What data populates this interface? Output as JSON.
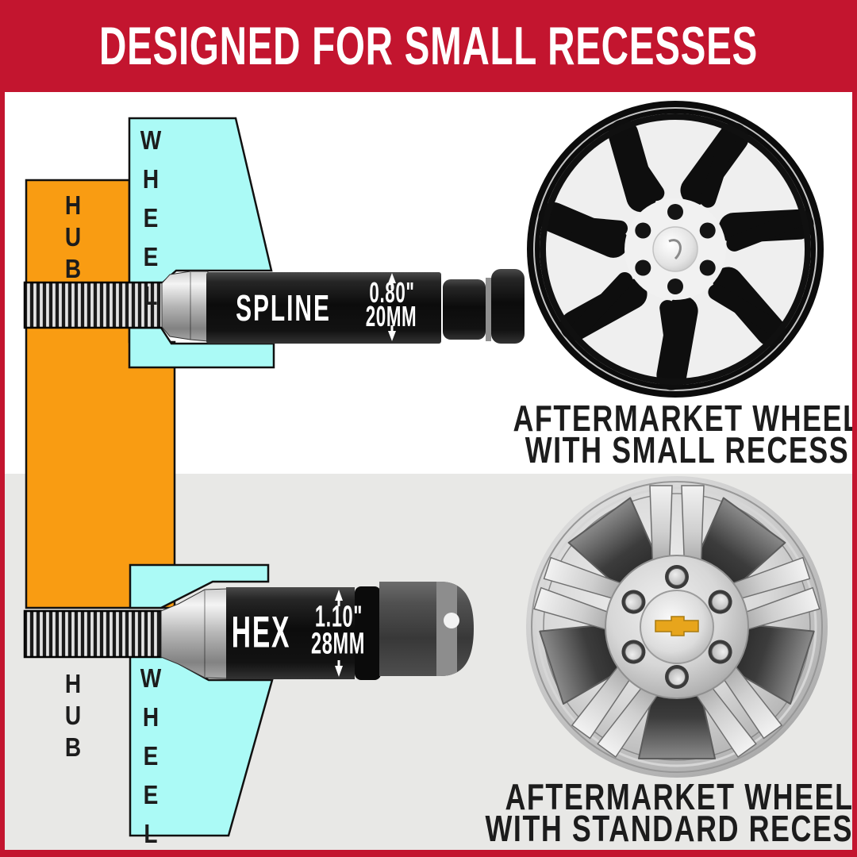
{
  "banner": {
    "title": "DESIGNED FOR SMALL RECESSES"
  },
  "colors": {
    "red": "#C3152F",
    "orange": "#F99C12",
    "cyan": "#ABFAF6",
    "gray_bg": "#E8E8E6",
    "ink": "#1C1C1C",
    "gold": "#E7A51C"
  },
  "top_section": {
    "hub_label": "HUB",
    "wheel_label": "WHEEL",
    "nut_label": "SPLINE",
    "size_inches": "0.80\"",
    "size_mm": "20MM",
    "caption_line1": "AFTERMARKET WHEEL",
    "caption_line2": "WITH SMALL RECESS"
  },
  "bottom_section": {
    "hub_label": "HUB",
    "wheel_label": "WHEEL",
    "nut_label": "HEX",
    "size_inches": "1.10\"",
    "size_mm": "28MM",
    "caption_line1": "AFTERMARKET WHEEL",
    "caption_line2": "WITH STANDARD RECESS"
  }
}
